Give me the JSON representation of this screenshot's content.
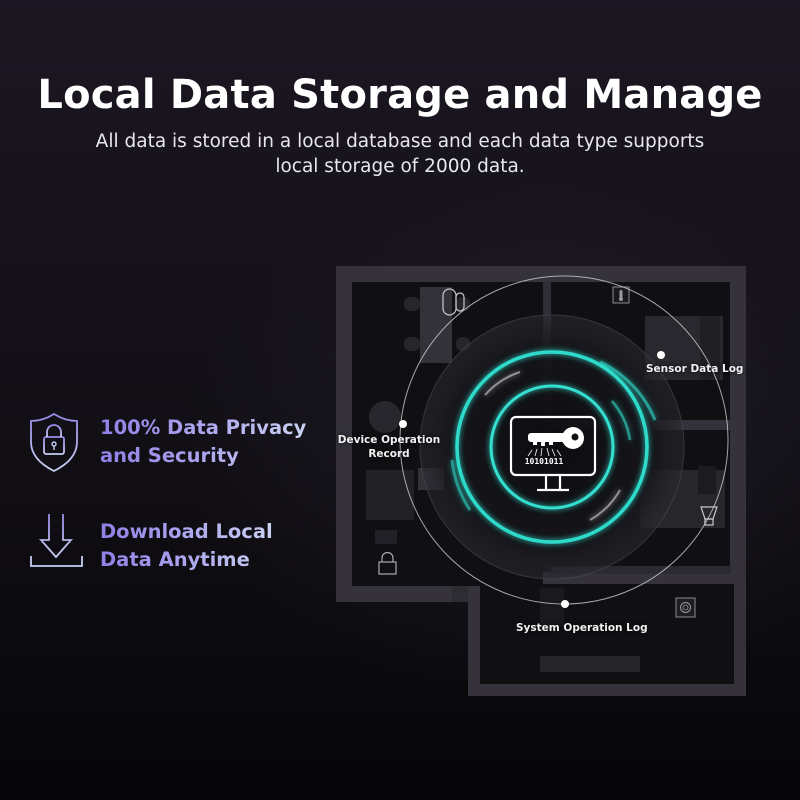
{
  "header": {
    "title": "Local Data Storage and Manage",
    "subtitle": "All data is stored in a local database and each data type supports local storage of 2000 data."
  },
  "features": [
    {
      "icon": "shield-lock-icon",
      "line1": "100% Data Privacy",
      "line2": "and Security"
    },
    {
      "icon": "download-icon",
      "line1": "Download Local",
      "line2": "Data Anytime"
    }
  ],
  "floor_plan": {
    "center_icon": "monitor-key-icon",
    "binary_text": "10101011",
    "labels": {
      "sensor": "Sensor Data Log",
      "device_line1": "Device Operation",
      "device_line2": "Record",
      "system": "System Operation Log"
    },
    "room_icons": [
      "door-sensor-icon",
      "thermometer-icon",
      "lock-icon",
      "light-bulb-icon",
      "fingerprint-icon"
    ]
  },
  "colors": {
    "accent_teal": "#2fe0d0",
    "feature_purple": "#8f80e6",
    "feature_light": "#c9d2f2",
    "wall": "#3a3741",
    "background": "#17131c"
  }
}
